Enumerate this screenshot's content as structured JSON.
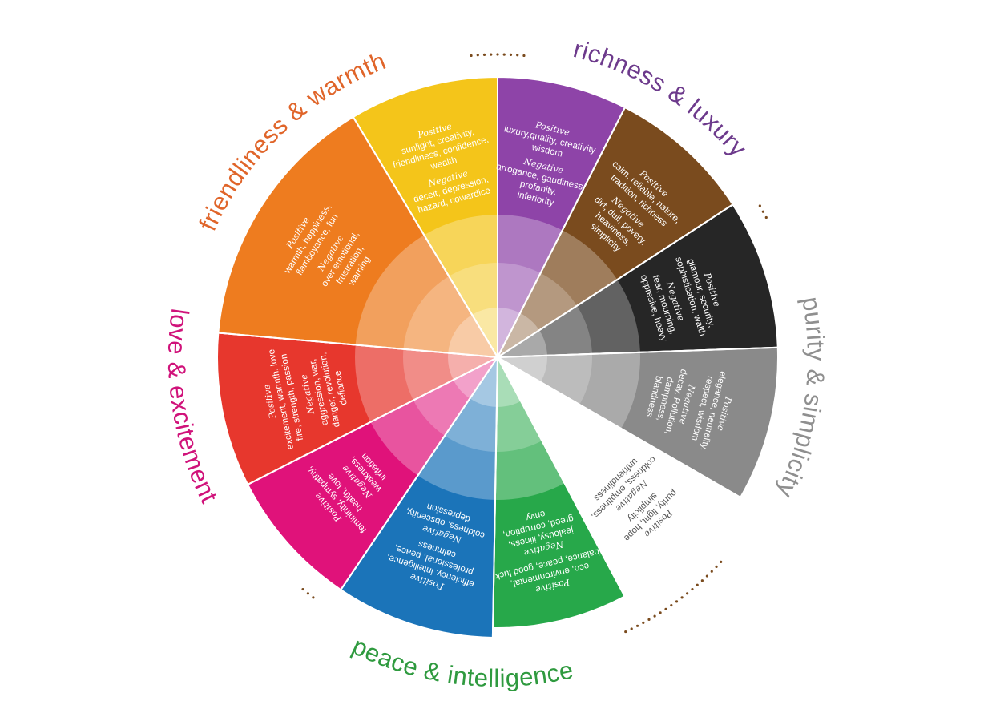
{
  "wheel": {
    "segments": [
      {
        "id": "yellow",
        "color": "#f4c51a",
        "text_color": "#ffffff",
        "positive_heading": "Positive",
        "positive": [
          "sunlight, creativity,",
          "friendliness, confidence,",
          "wealth"
        ],
        "negative_heading": "Negative",
        "negative": [
          "deceit, depression,",
          "hazard, cowardice"
        ]
      },
      {
        "id": "purple",
        "color": "#8e44a8",
        "text_color": "#ffffff",
        "positive_heading": "Positive",
        "positive": [
          "luxury,quality, creativity",
          "wisdom"
        ],
        "negative_heading": "Negative",
        "negative": [
          "arrogance, gaudiness,",
          "profanity,",
          "inferiority"
        ]
      },
      {
        "id": "brown",
        "color": "#7a4b1e",
        "text_color": "#ffffff",
        "positive_heading": "Positive",
        "positive": [
          "calm, reliable, nature,",
          "tradition, richness"
        ],
        "negative_heading": "Negative",
        "negative": [
          "dirt, dull, povery,",
          "heaviness,",
          "simplicity"
        ]
      },
      {
        "id": "black",
        "color": "#262626",
        "text_color": "#ffffff",
        "positive_heading": "Positive",
        "positive": [
          "glamour, security,",
          "sophistication, walth"
        ],
        "negative_heading": "Negative",
        "negative": [
          "fear, mourning,",
          "oppresive, heavy"
        ]
      },
      {
        "id": "gray",
        "color": "#8a8a8a",
        "text_color": "#ffffff",
        "positive_heading": "Positive",
        "positive": [
          "elegance, neutrality,",
          "respect, wisdom"
        ],
        "negative_heading": "Negative",
        "negative": [
          "decay, Pollution,",
          "dampness,",
          "blandness"
        ]
      },
      {
        "id": "white",
        "color": "#ffffff",
        "text_color": "#555555",
        "positive_heading": "Positive",
        "positive": [
          "purity, light, hope",
          "simplicity"
        ],
        "negative_heading": "Negative",
        "negative": [
          "coldness, emptiness,",
          "unfriendliness"
        ]
      },
      {
        "id": "green",
        "color": "#27a84a",
        "text_color": "#ffffff",
        "positive_heading": "Positive",
        "positive": [
          "eco, environmental,",
          "balance, peace, good luck"
        ],
        "negative_heading": "Negative",
        "negative": [
          "jealousy, iliness,",
          "greed, corruption,",
          "envy"
        ]
      },
      {
        "id": "blue",
        "color": "#1b74b9",
        "text_color": "#ffffff",
        "positive_heading": "Positive",
        "positive": [
          "efficiency, intelligence,",
          "professional, peace,",
          "calmness"
        ],
        "negative_heading": "Negative",
        "negative": [
          "coldness, obscenity,",
          "depression"
        ]
      },
      {
        "id": "magenta",
        "color": "#e0127a",
        "text_color": "#ffffff",
        "positive_heading": "Positive",
        "positive": [
          "femininity, sympathy,",
          "health, love"
        ],
        "negative_heading": "Negative",
        "negative": [
          "weakness,",
          "irritation"
        ]
      },
      {
        "id": "red",
        "color": "#e7372d",
        "text_color": "#ffffff",
        "positive_heading": "Positive",
        "positive": [
          "excitement, warmth, love",
          "fire, strength, passion"
        ],
        "negative_heading": "Negative",
        "negative": [
          "aggression, war,",
          "danger, revolution,",
          "defiance"
        ]
      },
      {
        "id": "orange",
        "color": "#ee7c1f",
        "text_color": "#ffffff",
        "positive_heading": "Positive",
        "positive": [
          "warmth, happiness,",
          "flamboyance, fun"
        ],
        "negative_heading": "Negative",
        "negative": [
          "over emotional,",
          "frustration,",
          "warning"
        ]
      }
    ],
    "themes": [
      {
        "id": "richness",
        "label": "richness & luxury",
        "color": "#6d3a8c"
      },
      {
        "id": "purity",
        "label": "purity & simplicity",
        "color": "#8f8f8f"
      },
      {
        "id": "peace",
        "label": "peace & intelligence",
        "color": "#2f9a3f"
      },
      {
        "id": "love",
        "label": "love & excitement",
        "color": "#d0127a"
      },
      {
        "id": "friendliness",
        "label": "friendliness & warmth",
        "color": "#e0652a"
      }
    ],
    "dot_color": "#7a4b1e"
  }
}
